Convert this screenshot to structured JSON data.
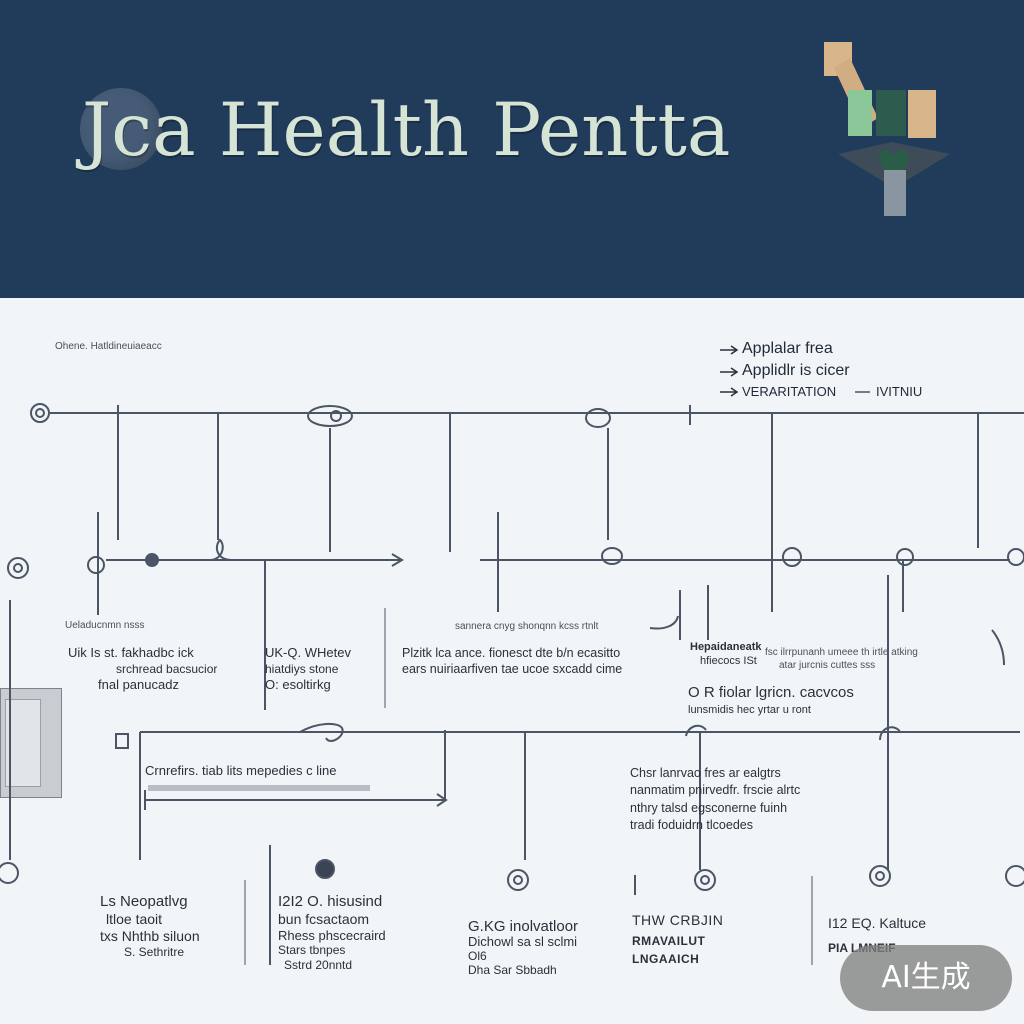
{
  "colors": {
    "header_bg": "#213b5b",
    "title": "#d6e4d6",
    "body_bg": "#f1f5f7",
    "line": "#4b5566",
    "text": "#2b303a"
  },
  "header": {
    "title": "Jca Health Pentta",
    "logo_icon": "health-logo-icon"
  },
  "diagram": {
    "top_left_note": "Ohene. Hatldineuiaeacc",
    "top_right_notes": [
      "Applalar frea",
      "Applidlr is cicer",
      "VERARITATION",
      "IVITNIU"
    ],
    "labels": [
      {
        "lines": [
          "Ueladucnmn nsss"
        ]
      },
      {
        "lines": [
          "Uik Is st. fakhadbc ick",
          "srchread bacsucior",
          "fnal panucadz"
        ]
      },
      {
        "lines": [
          "UK-Q. WHetev",
          "hiatdiys stone",
          "O: esoltirkg"
        ]
      },
      {
        "lines": [
          "Plzitk lca ance. fionesct dte b/n ecasitto",
          "ears nuiriaarfiven tae  ucoe sxcadd cime"
        ]
      },
      {
        "lines": [
          "sannera  cnyg shonqnn kcss rtnlt"
        ]
      },
      {
        "lines": [
          "Hepaidaneatk",
          "hfiecocs ISt"
        ]
      },
      {
        "lines": [
          "fsc ilrrpunanh umeee th irtle atking",
          "atar jurcnis cuttes sss"
        ]
      },
      {
        "lines": [
          "O R fiolar lgricn. cacvcos",
          "lunsmidis hec yrtar u ront"
        ]
      },
      {
        "lines": [
          "Crnrefirs. tiab lits mepedies c line"
        ]
      },
      {
        "lines": [
          "Chsr lanrvao fres ar ealgtrs",
          "nanmatim pnirvedfr. frscie alrtc",
          "nthry talsd egsconerne fuinh",
          "tradi foduidrn tlcoedes"
        ]
      },
      {
        "lines": [
          "Ls Neopatlvg",
          "ltloe taoit",
          "txs Nhthb siluon",
          "S. Sethritre"
        ]
      },
      {
        "lines": [
          "I2I2 O. hisusind",
          "bun fcsactaom",
          "Rhess phscecraird",
          "Stars tbnpes",
          "Sstrd 20nntd"
        ]
      },
      {
        "lines": [
          "G.KG inolvatloor",
          "Dichowl sa sl sclmi",
          "Ol6",
          "Dha Sar Sbbadh"
        ]
      },
      {
        "lines": [
          "THW CRBJIN",
          "RMAVAILUT",
          "LNGAAICH"
        ]
      },
      {
        "lines": [
          "I12 EQ. Kaltuce",
          "PIA LMNEIF"
        ]
      }
    ]
  },
  "badge": {
    "label": "AI生成"
  }
}
